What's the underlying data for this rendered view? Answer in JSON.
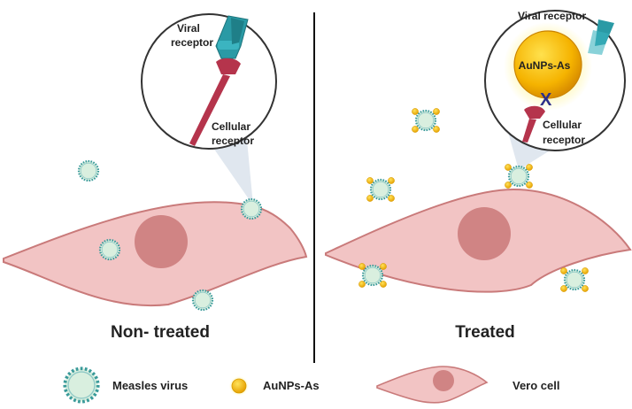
{
  "panels": {
    "left": {
      "title": "Non- treated",
      "zoom_labels": {
        "viral_receptor": [
          "Viral",
          "receptor"
        ],
        "cellular_receptor": [
          "Cellular",
          "receptor"
        ]
      }
    },
    "right": {
      "title": "Treated",
      "zoom_labels": {
        "viral_receptor": "Viral receptor",
        "nanoparticle": "AuNPs-As",
        "blocked_mark": "X",
        "cellular_receptor": [
          "Cellular",
          "receptor"
        ]
      }
    }
  },
  "legend": {
    "virus": "Measles virus",
    "nanoparticle": "AuNPs-As",
    "cell": "Vero cell"
  },
  "colors": {
    "cell_fill": "#f2c4c4",
    "cell_stroke": "#c97a7a",
    "nucleus": "#d08484",
    "virus_fill": "#d9efdf",
    "virus_stroke": "#3a9a9a",
    "gold": "#f4b400",
    "receptor_teal": "#2a9aa5",
    "receptor_red": "#b5344c",
    "block_x": "#2d2f8a"
  }
}
